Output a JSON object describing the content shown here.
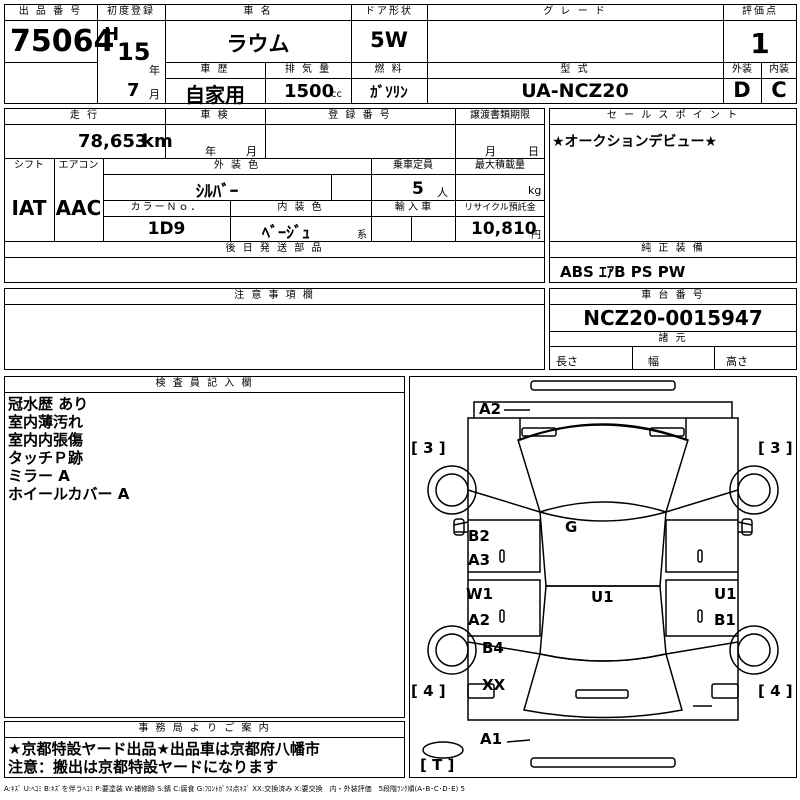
{
  "header": {
    "lot_label": "出 品 番 号",
    "lot_no": "75064",
    "first_reg_label": "初度登録",
    "era": "H",
    "year": "15",
    "year_unit": "年",
    "month": "7",
    "month_unit": "月",
    "car_name_label": "車 名",
    "car_name": "ラウム",
    "door_label": "ドア形状",
    "door": "5W",
    "grade_label": "グ レ ー ド",
    "grade": "",
    "score_label": "評価点",
    "score": "1",
    "history_label": "車 歴",
    "history": "自家用",
    "displacement_label": "排 気 量",
    "displacement": "1500",
    "displacement_unit": "cc",
    "fuel_label": "燃 料",
    "fuel": "ｶﾞｿﾘﾝ",
    "model_label": "型 式",
    "model": "UA-NCZ20",
    "ext_label": "外装",
    "ext": "D",
    "int_label": "内装",
    "int": "C"
  },
  "details": {
    "mileage_label": "走 行",
    "mileage": "78,653",
    "mileage_unit": "km",
    "inspection_label": "車 検",
    "insp_year_unit": "年",
    "insp_month_unit": "月",
    "reg_no_label": "登 録 番 号",
    "transfer_label": "譲渡書類期限",
    "transfer_month_unit": "月",
    "transfer_day_unit": "日",
    "shift_label": "シフト",
    "shift": "IAT",
    "ac_label": "エアコン",
    "ac": "AAC",
    "ext_color_label": "外 装 色",
    "ext_color": "ｼﾙﾊﾞｰ",
    "capacity_label": "乗車定員",
    "capacity": "5",
    "capacity_unit": "人",
    "max_load_label": "最大積載量",
    "max_load_unit": "kg",
    "color_no_label": "カラーＮｏ．",
    "color_no": "1D9",
    "int_color_label": "内 装 色",
    "int_color": "ﾍﾞｰｼﾞｭ",
    "int_color_suffix": "系",
    "import_label": "輸 入 車",
    "recycle_label": "リサイクル預託金",
    "recycle": "10,810",
    "recycle_unit": "円",
    "later_parts_label": "後 日 発 送 部 品"
  },
  "sales": {
    "sales_point_label": "セ ー ル ス ポ イ ン ト",
    "sales_point": "★オークションデビュー★",
    "equipment_label": "純 正 装 備",
    "equipment": "ABS ｴｱB PS PW",
    "chassis_label": "車 台 番 号",
    "chassis": "NCZ20-0015947",
    "dims_label": "諸 元",
    "length_label": "長さ",
    "width_label": "幅",
    "height_label": "高さ"
  },
  "caution": {
    "label": "注 意 事 項 欄"
  },
  "inspector": {
    "label": "検 査 員 記 入 欄",
    "notes": [
      "冠水歴 あり",
      "室内薄汚れ",
      "室内内張傷",
      "タッチＰ跡",
      "ミラー A",
      "ホイールカバー A"
    ]
  },
  "office": {
    "label": "事 務 局 よ り ご 案 内",
    "line1": "★京都特設ヤード出品★出品車は京都府八幡市",
    "line2": "注意：搬出は京都特設ヤードになります"
  },
  "diagram": {
    "marks": {
      "a2_top": "A2",
      "g": "G",
      "b2": "B2",
      "a3": "A3",
      "w1": "W1",
      "a2_left": "A2",
      "b4": "B4",
      "xx": "XX",
      "u1_center": "U1",
      "u1_right": "U1",
      "b1": "B1",
      "a1": "A1"
    },
    "tires": {
      "fl": "[ 3 ]",
      "fr": "[ 3 ]",
      "rl": "[ 4 ]",
      "rr": "[ 4 ]",
      "spare": "[ T ]"
    }
  },
  "legend": "A:ｷｽﾞ U:ﾍｺﾐ B:ｷｽﾞを伴うﾍｺﾐ P:要塗装 W:補修跡 S:錆 C:腐食 G:ﾌﾛﾝﾄｶﾞﾗｽ点ｷｽﾞ XX:交換済み X:要交換　内・外装評価　5段階ﾗﾝｸ順(A･B･C･D･E) 5"
}
